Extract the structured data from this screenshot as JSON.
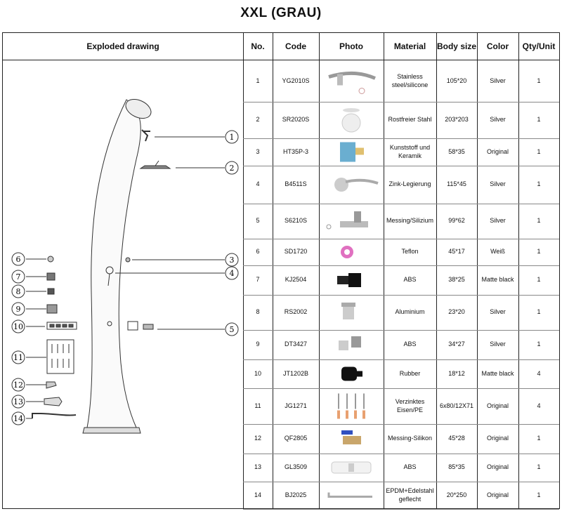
{
  "title": "XXL (GRAU)",
  "headers": {
    "drawing": "Exploded drawing",
    "no": "No.",
    "code": "Code",
    "photo": "Photo",
    "material": "Material",
    "body_size": "Body size",
    "color": "Color",
    "qty": "Qty/Unit"
  },
  "rows": [
    {
      "no": "1",
      "code": "YG2010S",
      "material": "Stainless steel/silicone",
      "size": "105*20",
      "color": "Silver",
      "qty": "1",
      "photo": "bent-shower-arm-icon"
    },
    {
      "no": "2",
      "code": "SR2020S",
      "material": "Rostfreier Stahl",
      "size": "203*203",
      "color": "Silver",
      "qty": "1",
      "photo": "round-shower-head-icon"
    },
    {
      "no": "3",
      "code": "HT35P-3",
      "material": "Kunststoff und Keramik",
      "size": "58*35",
      "color": "Original",
      "qty": "1",
      "photo": "cartridge-icon"
    },
    {
      "no": "4",
      "code": "B4511S",
      "material": "Zink-Legierung",
      "size": "115*45",
      "color": "Silver",
      "qty": "1",
      "photo": "lever-handle-icon"
    },
    {
      "no": "5",
      "code": "S6210S",
      "material": "Messing/Silizium",
      "size": "99*62",
      "color": "Silver",
      "qty": "1",
      "photo": "tap-spout-icon"
    },
    {
      "no": "6",
      "code": "SD1720",
      "material": "Teflon",
      "size": "45*17",
      "color": "Weiß",
      "qty": "1",
      "photo": "teflon-tape-icon"
    },
    {
      "no": "7",
      "code": "KJ2504",
      "material": "ABS",
      "size": "38*25",
      "color": "Matte black",
      "qty": "1",
      "photo": "hose-connector-icon"
    },
    {
      "no": "8",
      "code": "RS2002",
      "material": "Aluminium",
      "size": "23*20",
      "color": "Silver",
      "qty": "1",
      "photo": "threaded-fitting-icon"
    },
    {
      "no": "9",
      "code": "DT3427",
      "material": "ABS",
      "size": "34*27",
      "color": "Silver",
      "qty": "1",
      "photo": "adapter-caps-icon"
    },
    {
      "no": "10",
      "code": "JT1202B",
      "material": "Rubber",
      "size": "18*12",
      "color": "Matte black",
      "qty": "4",
      "photo": "rubber-foot-icon"
    },
    {
      "no": "11",
      "code": "JG1271",
      "material": "Verzinktes Eisen/PE",
      "size": "6x80/12X71",
      "color": "Original",
      "qty": "4",
      "photo": "screws-anchors-icon"
    },
    {
      "no": "12",
      "code": "QF2805",
      "material": "Messing-Silikon",
      "size": "45*28",
      "color": "Original",
      "qty": "1",
      "photo": "ball-valve-icon"
    },
    {
      "no": "13",
      "code": "GL3509",
      "material": "ABS",
      "size": "85*35",
      "color": "Original",
      "qty": "1",
      "photo": "inline-filter-icon"
    },
    {
      "no": "14",
      "code": "BJ2025",
      "material": "EPDM+Edelstahl geflecht",
      "size": "20*250",
      "color": "Original",
      "qty": "1",
      "photo": "braided-hose-icon"
    }
  ],
  "callouts": [
    "1",
    "2",
    "3",
    "4",
    "5",
    "6",
    "7",
    "8",
    "9",
    "10",
    "11",
    "12",
    "13",
    "14"
  ],
  "colors": {
    "border": "#222222",
    "teflon_pink": "#e070c0",
    "valve_blue": "#3050c0",
    "cartridge_blue": "#6aaed0"
  }
}
